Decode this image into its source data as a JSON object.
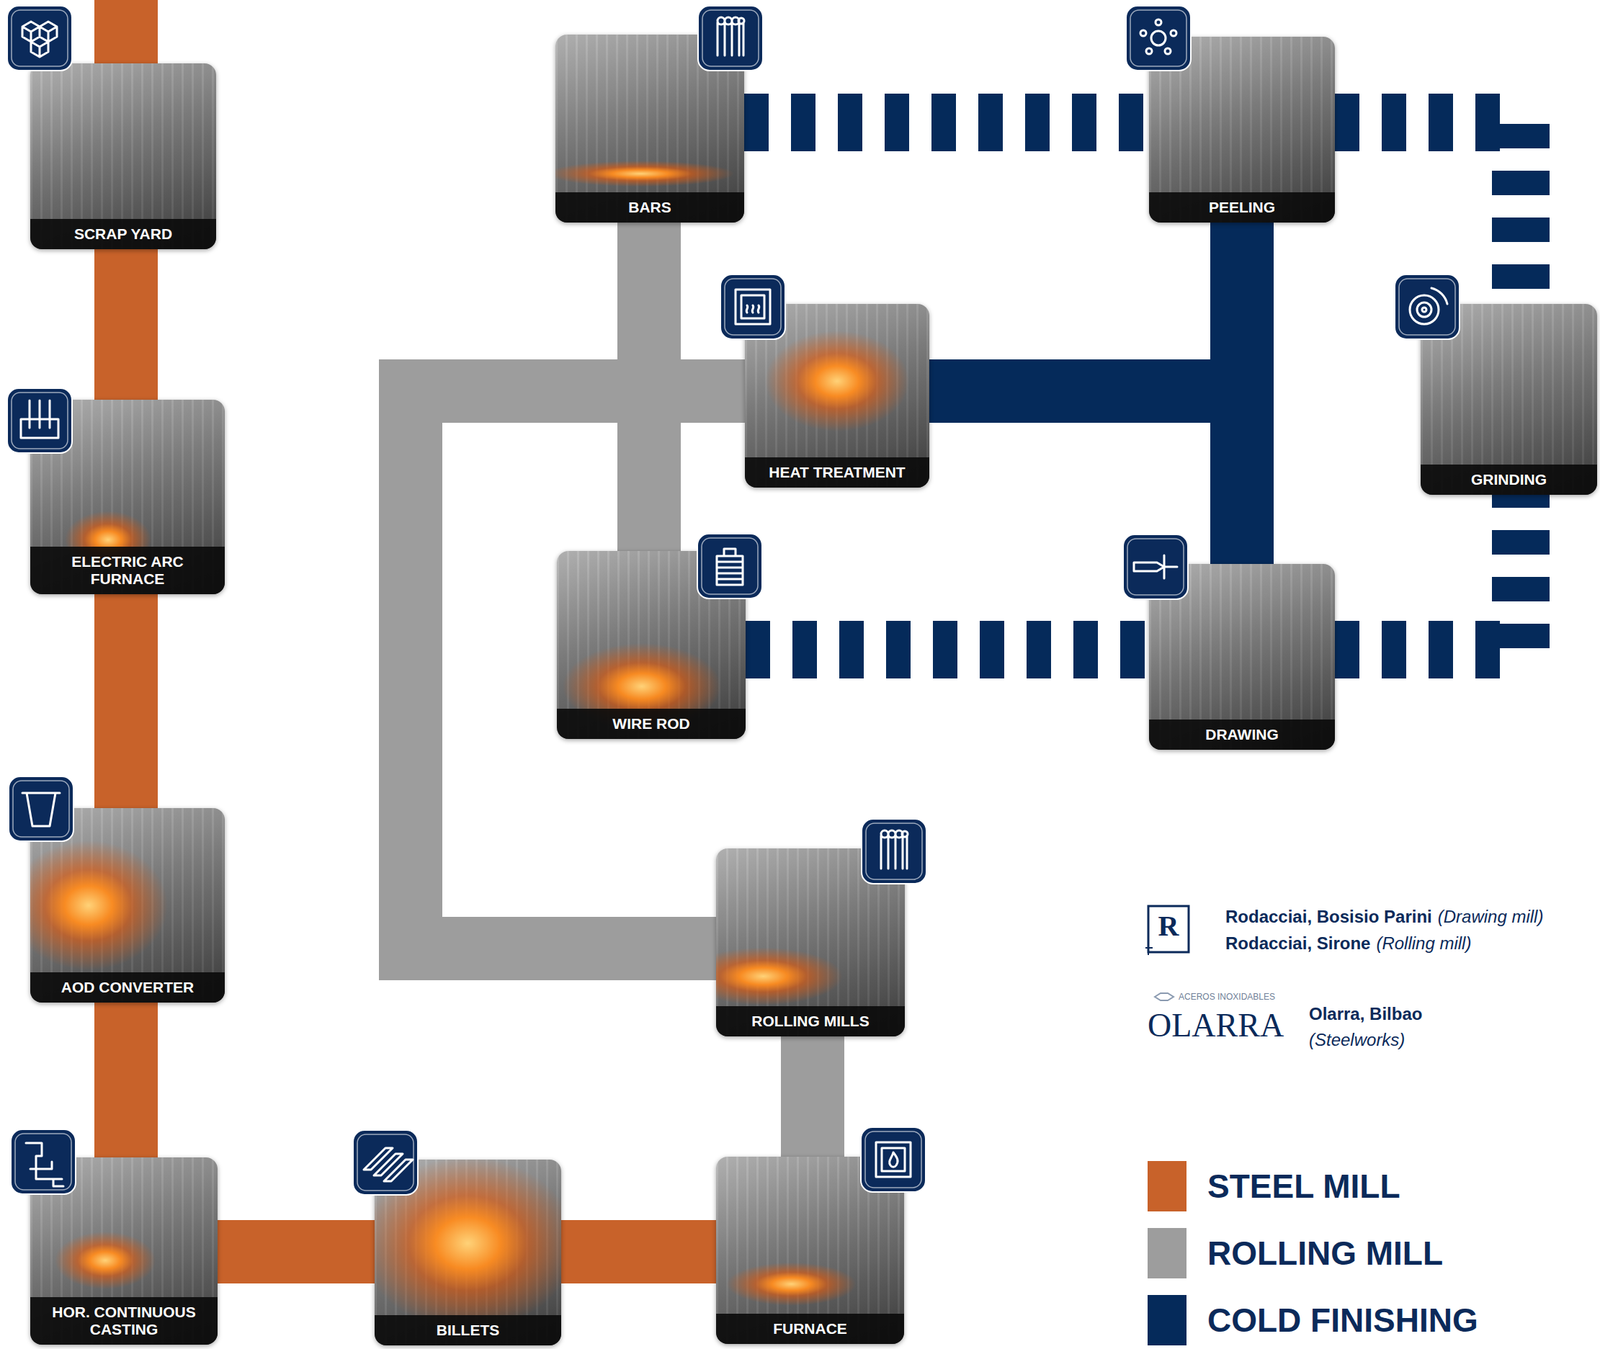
{
  "diagram": {
    "nodes": [
      {
        "text": [
          "SCRAP YARD"
        ]
      },
      {
        "text": [
          "ELECTRIC ARC FURNACE"
        ]
      },
      {
        "text": [
          "AOD CONVERTER"
        ]
      },
      {
        "text": [
          "HOR. CONTINUOUS CASTING"
        ]
      },
      {
        "text": [
          "BILLETS"
        ]
      },
      {
        "text": [
          "FURNACE"
        ]
      },
      {
        "text": [
          "ROLLING MILLS"
        ]
      },
      {
        "text": [
          "BARS"
        ]
      },
      {
        "text": [
          "WIRE ROD"
        ]
      },
      {
        "text": [
          "HEAT TREATMENT"
        ]
      },
      {
        "text": [
          "PEELING"
        ]
      },
      {
        "text": [
          "DRAWING"
        ]
      },
      {
        "text": [
          "GRINDING"
        ]
      }
    ],
    "edges": [
      {
        "from": 0,
        "to": 1,
        "arrow": "none"
      },
      {
        "from": 1,
        "to": 2,
        "arrow": "none"
      },
      {
        "from": 2,
        "to": 3,
        "arrow": "none"
      },
      {
        "from": 3,
        "to": 4,
        "arrow": "none"
      },
      {
        "from": 4,
        "to": 5,
        "arrow": "none"
      },
      {
        "from": 5,
        "to": 6,
        "arrow": "none"
      },
      {
        "from": 6,
        "to": 7,
        "arrow": "none"
      },
      {
        "from": 6,
        "to": 8,
        "arrow": "none"
      },
      {
        "from": 6,
        "to": 9,
        "arrow": "none"
      },
      {
        "from": 9,
        "to": 10,
        "arrow": "none"
      },
      {
        "from": 9,
        "to": 11,
        "arrow": "none"
      },
      {
        "from": 7,
        "to": 10,
        "arrow": "none"
      },
      {
        "from": 10,
        "to": 12,
        "arrow": "none"
      },
      {
        "from": 8,
        "to": 11,
        "arrow": "none"
      },
      {
        "from": 11,
        "to": 12,
        "arrow": "none"
      }
    ],
    "labels": [
      "R",
      "Rodacciai, Bosisio Parini",
      "(Drawing mill)",
      "Rodacciai, Sirone",
      "(Rolling mill)",
      "ACEROS INOXIDABLES",
      "OLARRA",
      "Olarra, Bilbao",
      "(Steelworks)"
    ],
    "legend": [
      {
        "text": "STEEL MILL",
        "color": "#c8622a"
      },
      {
        "text": "ROLLING MILL",
        "color": "#9d9d9d"
      },
      {
        "text": "COLD FINISHING",
        "color": "#052a5a"
      }
    ]
  }
}
